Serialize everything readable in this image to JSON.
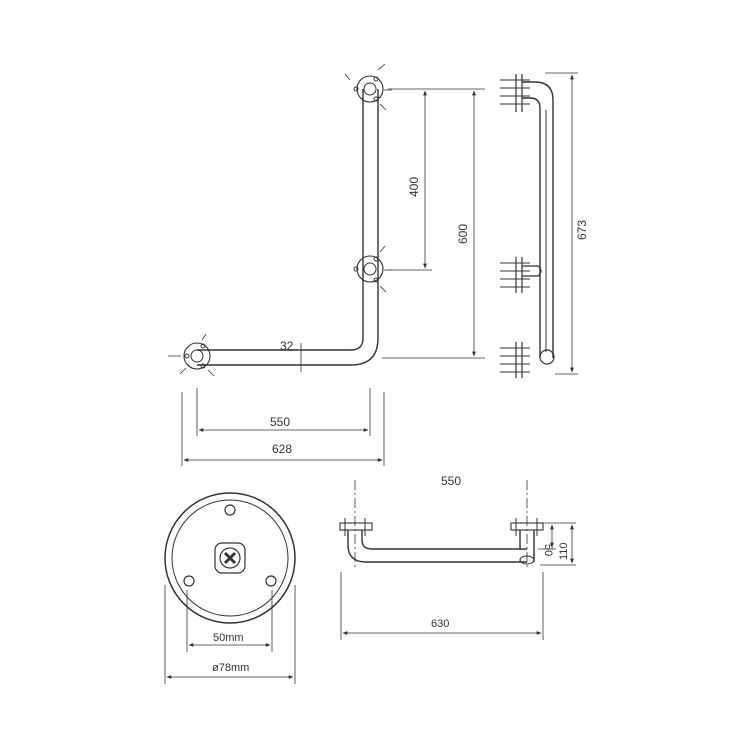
{
  "colors": {
    "line": "#333333",
    "background": "#ffffff"
  },
  "dimensions": {
    "front_height_upper": "400",
    "front_height_total": "600",
    "front_tube_gap": "32",
    "front_width_centers": "550",
    "front_width_overall": "628",
    "side_height_overall": "673",
    "top_width_centers": "550",
    "top_width_overall": "630",
    "top_offset_tube": "50",
    "top_offset_overall": "110",
    "flange_hole_spacing": "50mm",
    "flange_diameter": "ø78mm"
  },
  "icons": {
    "screw_head": "screw-cross-icon"
  }
}
